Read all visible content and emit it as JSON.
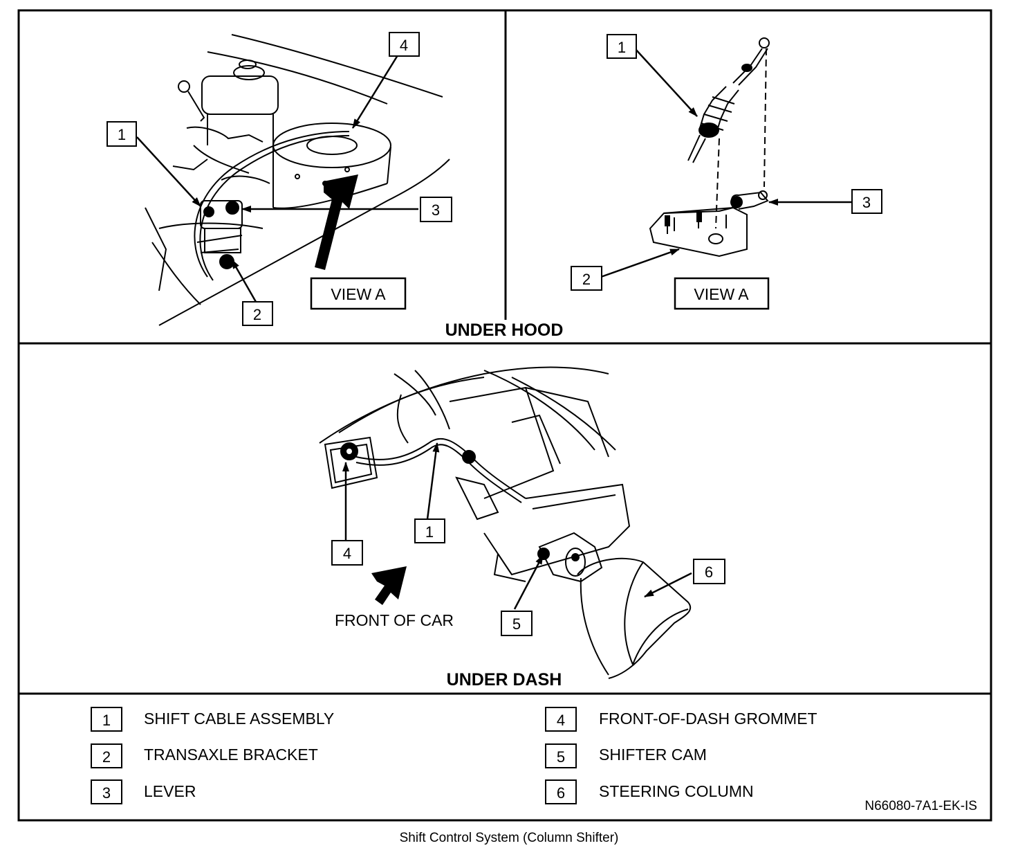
{
  "panels": {
    "under_hood": {
      "title": "UNDER HOOD",
      "left_view": {
        "callouts": [
          "1",
          "2",
          "3",
          "4"
        ],
        "view_label": "VIEW A"
      },
      "right_view": {
        "callouts": [
          "1",
          "2",
          "3"
        ],
        "view_label": "VIEW A"
      }
    },
    "under_dash": {
      "title": "UNDER DASH",
      "callouts": [
        "1",
        "4",
        "5",
        "6"
      ],
      "direction_label": "FRONT OF CAR"
    }
  },
  "legend": {
    "items": [
      {
        "num": "1",
        "label": "SHIFT CABLE ASSEMBLY"
      },
      {
        "num": "2",
        "label": "TRANSAXLE BRACKET"
      },
      {
        "num": "3",
        "label": "LEVER"
      },
      {
        "num": "4",
        "label": "FRONT-OF-DASH GROMMET"
      },
      {
        "num": "5",
        "label": "SHIFTER CAM"
      },
      {
        "num": "6",
        "label": "STEERING COLUMN"
      }
    ],
    "figure_code": "N66080-7A1-EK-IS"
  },
  "caption": "Shift Control System (Column Shifter)"
}
